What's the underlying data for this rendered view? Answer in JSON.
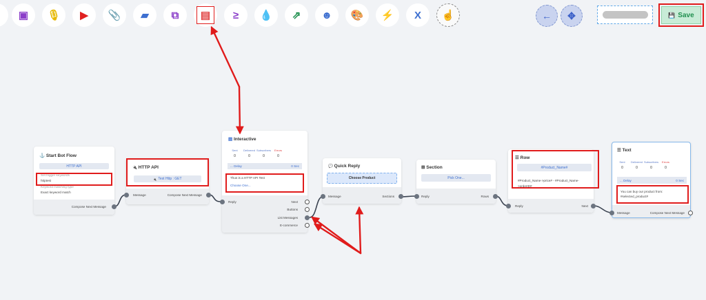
{
  "toolbar": {
    "tools": [
      {
        "icon": "image-icon",
        "glyph": "▣",
        "color": "#8b3ec9"
      },
      {
        "icon": "microphone-icon",
        "glyph": "🎙",
        "color": "#e6b800"
      },
      {
        "icon": "youtube-icon",
        "glyph": "▶",
        "color": "#e02020"
      },
      {
        "icon": "paperclip-icon",
        "glyph": "📎",
        "color": "#1f8f4e"
      },
      {
        "icon": "map-icon",
        "glyph": "▰",
        "color": "#3d6fd0"
      },
      {
        "icon": "carousel-icon",
        "glyph": "⧉",
        "color": "#8b3ec9"
      },
      {
        "icon": "newspaper-icon",
        "glyph": "▤",
        "color": "#e04040"
      },
      {
        "icon": "greater-equal-icon",
        "glyph": "≥",
        "color": "#8b3ec9"
      },
      {
        "icon": "water-drop-icon",
        "glyph": "💧",
        "color": "#d01030"
      },
      {
        "icon": "chart-icon",
        "glyph": "⇗",
        "color": "#1f8f4e"
      },
      {
        "icon": "robot-icon",
        "glyph": "☻",
        "color": "#3d6fd0"
      },
      {
        "icon": "palette-icon",
        "glyph": "🎨",
        "color": "#1f8f4e"
      },
      {
        "icon": "plug-icon",
        "glyph": "⚡",
        "color": "#8b3ec9"
      },
      {
        "icon": "excel-icon",
        "glyph": "X",
        "color": "#3d6fd0"
      },
      {
        "icon": "hand-pointer-icon",
        "glyph": "☝",
        "color": "#8b3ec9"
      }
    ],
    "back_glyph": "←",
    "center_glyph": "✥",
    "save_label": "Save",
    "save_glyph": "💾"
  },
  "start": {
    "title": "Start Bot Flow",
    "title_glyph": "⚓",
    "pill": "HTTP API",
    "kw_label": "Set trigger keywords",
    "kw_value": "httptest",
    "match_label": "Keyword matching type",
    "match_value": "Exact keyword match",
    "out_label": "Compose Next Message"
  },
  "http": {
    "title": "HTTP API",
    "title_glyph": "🔌",
    "pill": "Test Http : GET",
    "pill_glyph": "🔌",
    "in_label": "Message",
    "out_label": "Compose Next Message"
  },
  "interactive": {
    "title": "Interactive",
    "title_glyph": "▤",
    "stats": [
      {
        "label": "Sent",
        "value": "0"
      },
      {
        "label": "Delivered",
        "value": "0"
      },
      {
        "label": "Subscribers",
        "value": "0"
      },
      {
        "label": "Errors",
        "value": "0"
      }
    ],
    "delay": "... Delay",
    "delay_value": "0 Sec",
    "body_text": "Thus is a HTTP API Test",
    "choose": "Choose One...",
    "in_label": "Reply",
    "outputs": [
      "Next",
      "Buttons",
      "List Messages",
      "E-commerce"
    ]
  },
  "quick": {
    "title": "Quick Reply",
    "title_glyph": "💬",
    "pill": "Choose Product",
    "in_label": "Message",
    "out_label": "Sections"
  },
  "section": {
    "title": "Section",
    "title_glyph": "⊞",
    "pill": "Pick One...",
    "in_label": "Reply",
    "out_label": "Rows"
  },
  "row": {
    "title": "Row",
    "title_glyph": "☰",
    "pill": "#Product_Name#",
    "body_text": "#Product_Name->price# - #Product_Name->orderID#",
    "in_label": "Reply",
    "out_label": "Next"
  },
  "text": {
    "title": "Text",
    "title_glyph": "☰",
    "stats": [
      {
        "label": "Sent",
        "value": "0"
      },
      {
        "label": "Delivered",
        "value": "0"
      },
      {
        "label": "Subscribers",
        "value": "0"
      },
      {
        "label": "Errors",
        "value": "0"
      }
    ],
    "delay": "... Delay",
    "delay_value": "0 Sec",
    "body_text": "You can buy our product from: #selected_product#",
    "in_label": "Message",
    "out_label": "Compose Next Message"
  },
  "colors": {
    "annotation": "#e01b1b",
    "accent": "#3d6fd0",
    "save_text": "#1f8f4e",
    "connector": "#3a4250"
  }
}
